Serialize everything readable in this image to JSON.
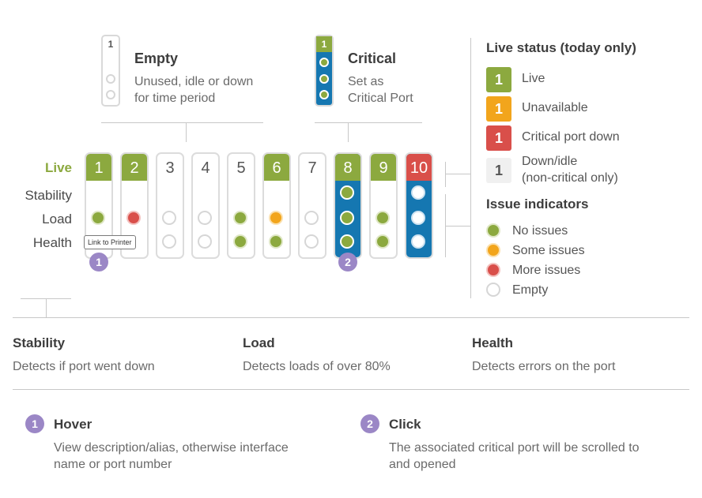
{
  "legend_top": {
    "empty": {
      "num": "1",
      "title": "Empty",
      "desc_line1": "Unused, idle or down",
      "desc_line2": "for time period"
    },
    "critical": {
      "num": "1",
      "title": "Critical",
      "desc_line1": "Set as",
      "desc_line2": "Critical Port"
    }
  },
  "row_labels": {
    "live": "Live",
    "stability": "Stability",
    "load": "Load",
    "health": "Health"
  },
  "ports": [
    {
      "num": "1",
      "head": "green",
      "critical": false,
      "load": "green",
      "health": null
    },
    {
      "num": "2",
      "head": "green",
      "critical": false,
      "load": "red",
      "health": null
    },
    {
      "num": "3",
      "head": "none",
      "critical": false,
      "load": "empty",
      "health": "empty"
    },
    {
      "num": "4",
      "head": "none",
      "critical": false,
      "load": "empty",
      "health": "empty"
    },
    {
      "num": "5",
      "head": "none",
      "critical": false,
      "load": "green",
      "health": "green"
    },
    {
      "num": "6",
      "head": "green",
      "critical": false,
      "load": "orange",
      "health": "green"
    },
    {
      "num": "7",
      "head": "none",
      "critical": false,
      "load": "empty",
      "health": "empty"
    },
    {
      "num": "8",
      "head": "green",
      "critical": true,
      "stability": "cgreen",
      "load": "cgreen",
      "health": "cgreen"
    },
    {
      "num": "9",
      "head": "green",
      "critical": false,
      "load": "green",
      "health": "green"
    },
    {
      "num": "10",
      "head": "red",
      "critical": true,
      "stability": "cwhite",
      "load": "cwhite",
      "health": "cwhite"
    }
  ],
  "tooltip": "Link to Printer",
  "badges": {
    "hover": "1",
    "click": "2"
  },
  "live_status": {
    "title": "Live status (today only)",
    "items": [
      {
        "num": "1",
        "color": "#8ca93f",
        "label": "Live"
      },
      {
        "num": "1",
        "color": "#f2a51c",
        "label": "Unavailable"
      },
      {
        "num": "1",
        "color": "#d94f4a",
        "label": "Critical port down"
      },
      {
        "num": "1",
        "color": "#f0f0f0",
        "label": "Down/idle",
        "label2": "(non-critical only)"
      }
    ]
  },
  "issue_indicators": {
    "title": "Issue indicators",
    "items": [
      {
        "label": "No issues"
      },
      {
        "label": "Some issues"
      },
      {
        "label": "More issues"
      },
      {
        "label": "Empty"
      }
    ]
  },
  "metrics": [
    {
      "title": "Stability",
      "desc": "Detects if port went down"
    },
    {
      "title": "Load",
      "desc": "Detects loads of over 80%"
    },
    {
      "title": "Health",
      "desc": "Detects errors on the port"
    }
  ],
  "interactions": [
    {
      "num": "1",
      "title": "Hover",
      "line1": "View description/alias, otherwise interface",
      "line2": "name or port number"
    },
    {
      "num": "2",
      "title": "Click",
      "line1": "The associated critical port will be scrolled to",
      "line2": "and opened"
    }
  ],
  "colors": {
    "green": "#8ca93f",
    "orange": "#f2a51c",
    "red": "#d94f4a",
    "blue": "#1577b1",
    "purple": "#9b87c6"
  }
}
